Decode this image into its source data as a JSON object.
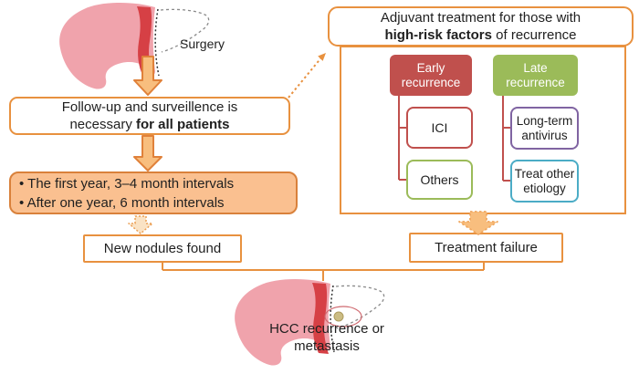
{
  "palette": {
    "orange": "#E8913F",
    "orange-dark": "#D9813B",
    "arrow-fill": "#F8BE7E",
    "arrow-stroke": "#E0813A",
    "peach-fill": "#FAC090",
    "pale-arrow-fill": "#FAE3C5",
    "red": "#C0504D",
    "green": "#9BBB59",
    "purple": "#8064A2",
    "cyan": "#4BACC6",
    "liver-pink": "#F0A3AC",
    "liver-red": "#D64045",
    "text": "#1F1F1F"
  },
  "left_flow": {
    "surgery_label": "Surgery",
    "followup_box": {
      "line1": "Follow-up and surveillence is",
      "line2_text": "necessary ",
      "line2_bold": "for all patients"
    },
    "interval_box": {
      "bullet_char": "•",
      "items": [
        "The first year, 3–4 month intervals",
        "After one year, 6 month intervals"
      ]
    },
    "new_nodules_label": "New nodules found"
  },
  "adjuvant_panel": {
    "header_line1": "Adjuvant treatment for those with",
    "header_bold": "high-risk factors",
    "header_rest": " of recurrence",
    "early": {
      "label_line1": "Early",
      "label_line2": "recurrence",
      "children": [
        "ICI",
        "Others"
      ]
    },
    "late": {
      "label_line1": "Late",
      "label_line2": "recurrence",
      "children": [
        {
          "line1": "Long-term",
          "line2": "antivirus"
        },
        {
          "line1": "Treat other",
          "line2": "etiology"
        }
      ]
    },
    "treatment_failure_label": "Treatment failure"
  },
  "outcome": {
    "line1": "HCC recurrence or",
    "line2": "metastasis"
  }
}
